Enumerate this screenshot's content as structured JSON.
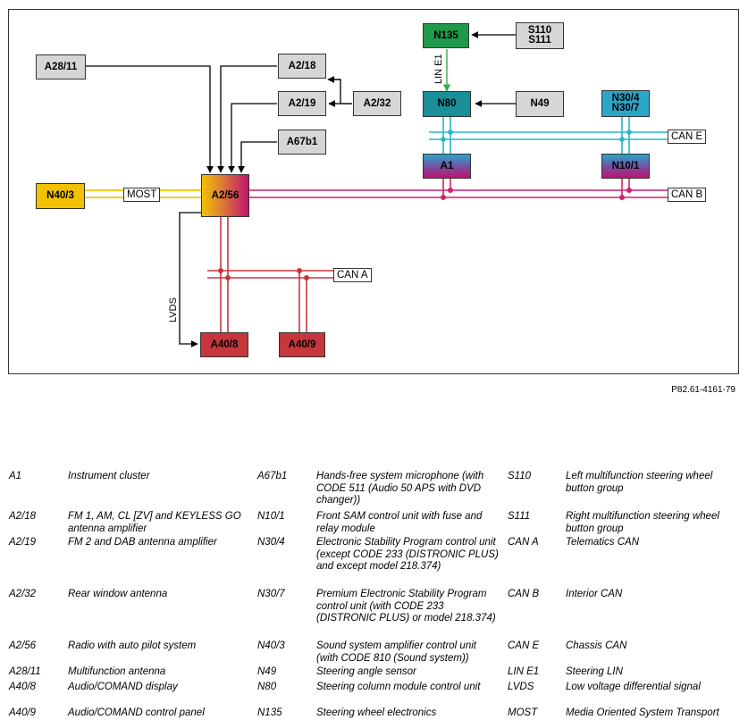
{
  "diagram": {
    "boxes": {
      "N135": "N135",
      "S110_S111": "S110\nS111",
      "A28_11": "A28/11",
      "A2_18": "A2/18",
      "A2_19": "A2/19",
      "A2_32": "A2/32",
      "A67b1": "A67b1",
      "N80": "N80",
      "N49": "N49",
      "N30_4_N30_7": "N30/4\nN30/7",
      "A1": "A1",
      "N10_1": "N10/1",
      "N40_3": "N40/3",
      "A2_56": "A2/56",
      "A40_8": "A40/8",
      "A40_9": "A40/9"
    },
    "bus_labels": {
      "can_e": "CAN E",
      "can_b": "CAN B",
      "can_a": "CAN A",
      "most": "MOST",
      "lin_e1": "LIN E1",
      "lvds": "LVDS"
    },
    "colors": {
      "can_e": "#27b6c4",
      "can_b": "#d0206e",
      "can_a": "#c8363d",
      "most": "#f2c200",
      "lin": "#3aa94a"
    }
  },
  "figure_ref": "P82.61-4161-79",
  "legend": {
    "col1": [
      {
        "code": "A1",
        "desc": "Instrument cluster"
      },
      {
        "code": "A2/18",
        "desc": "FM 1, AM, CL [ZV] and KEYLESS GO antenna amplifier"
      },
      {
        "code": "A2/19",
        "desc": "FM 2 and DAB antenna amplifier"
      },
      {
        "code": "A2/32",
        "desc": "Rear window antenna"
      },
      {
        "code": "A2/56",
        "desc": "Radio with auto pilot system"
      },
      {
        "code": "A28/11",
        "desc": "Multifunction antenna"
      },
      {
        "code": "A40/8",
        "desc": "Audio/COMAND display"
      },
      {
        "code": "A40/9",
        "desc": "Audio/COMAND control panel"
      }
    ],
    "col2": [
      {
        "code": "A67b1",
        "desc": "Hands-free system microphone (with CODE 511 (Audio 50 APS with DVD changer))"
      },
      {
        "code": "N10/1",
        "desc": "Front SAM control unit with fuse and relay module"
      },
      {
        "code": "N30/4",
        "desc": "Electronic Stability Program control unit (except CODE 233 (DISTRONIC PLUS) and except model 218.374)"
      },
      {
        "code": "N30/7",
        "desc": "Premium Electronic Stability Program control unit (with CODE 233 (DISTRONIC PLUS) or model 218.374)"
      },
      {
        "code": "N40/3",
        "desc": "Sound system amplifier control unit (with CODE 810 (Sound system))"
      },
      {
        "code": "N49",
        "desc": "Steering angle sensor"
      },
      {
        "code": "N80",
        "desc": "Steering column module control unit"
      },
      {
        "code": "N135",
        "desc": "Steering wheel electronics"
      }
    ],
    "col3": [
      {
        "code": "S110",
        "desc": "Left multifunction steering wheel button group"
      },
      {
        "code": "S111",
        "desc": "Right multifunction steering wheel button group"
      },
      {
        "code": "CAN A",
        "desc": "Telematics CAN"
      },
      {
        "code": "CAN B",
        "desc": "Interior CAN"
      },
      {
        "code": "CAN E",
        "desc": "Chassis CAN"
      },
      {
        "code": "LIN E1",
        "desc": "Steering LIN"
      },
      {
        "code": "LVDS",
        "desc": "Low voltage differential signal"
      },
      {
        "code": "MOST",
        "desc": "Media Oriented System Transport"
      }
    ]
  }
}
